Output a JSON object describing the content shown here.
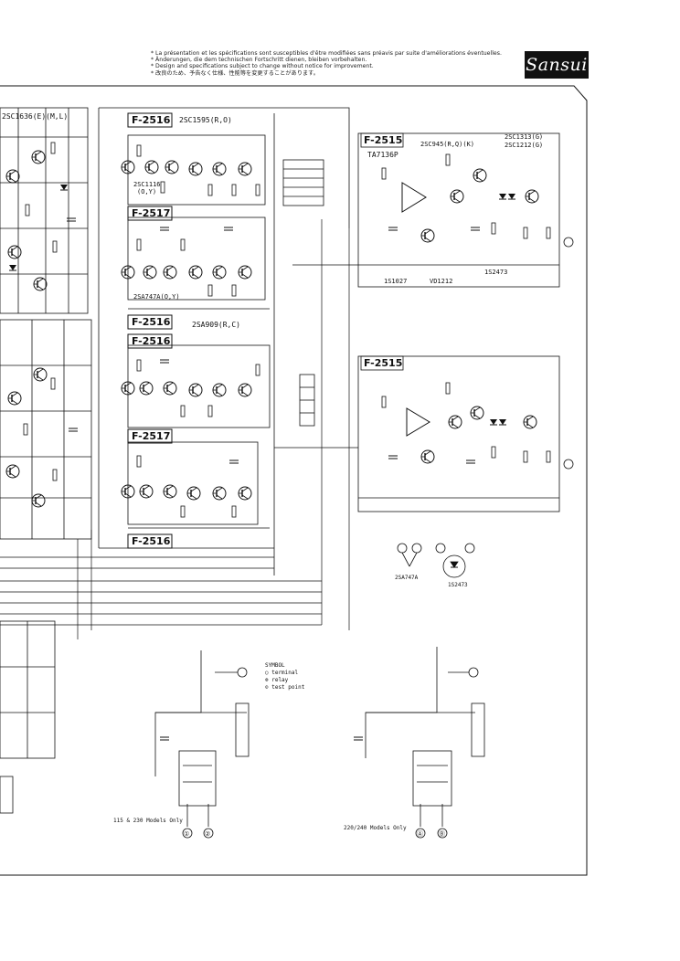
{
  "header": {
    "notes": [
      "* La présentation et les spécifications sont susceptibles d'être modifiées sans préavis par suite d'améliorations éventuelles.",
      "* Änderungen, die dem technischen Fortschritt dienen, bleiben vorbehalten.",
      "* Design and specifications subject to change without notice for improvement.",
      "* 改良のため、予告なく仕様、性能等を変更することがあります。"
    ],
    "brand": "Sansui"
  },
  "boards": {
    "board_a_top": "F-2516",
    "board_b_top": "F-2517",
    "board_a_mid": "F-2516",
    "board_a_mid2": "F-2516",
    "board_b_mid": "F-2517",
    "board_a_bot": "F-2516",
    "board_c_top": "F-2515",
    "board_c_bot": "F-2515"
  },
  "parts": {
    "left_transistor": "2SC1636(E)(M,L)",
    "board_a_top_transistors": "2SC1595(R,O)",
    "board_a_top_tr2": "2SC1116",
    "board_a_top_tr2_grade": "(O,Y)",
    "board_a_top_tr3": "2SA747A(O,Y)",
    "board_a_mid_transistors": "2SA909(R,C)",
    "board_c_top_ic": "TA7136P",
    "board_c_top_transistors": "2SC945(R,Q)(K)",
    "board_c_top_tr_right_a": "2SC1313(G)",
    "board_c_top_tr_right_b": "2SC1212(G)",
    "board_c_top_zener": "1S2473",
    "board_c_top_diode_a": "1S1027",
    "board_c_top_diode_b": "VD1212"
  },
  "symbol_legend": {
    "title": "SYMBOL",
    "items": [
      "○ terminal",
      "⊗ relay",
      "⊙ test point"
    ]
  },
  "relay_labels": {
    "left_caption": "115 & 230 Models Only",
    "right_caption": "220/240 Models Only",
    "left_terminals": [
      "①",
      "②"
    ],
    "right_terminals": [
      "Ⓐ",
      "Ⓑ"
    ]
  },
  "lead_symbols": {
    "left": "2SA747A",
    "right": "1S2473"
  }
}
